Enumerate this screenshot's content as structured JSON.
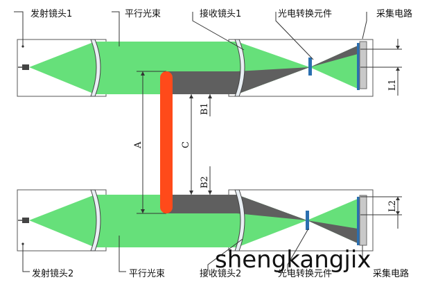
{
  "labels": {
    "top_emitter_lens": "发射镜头1",
    "top_parallel_beam": "平行光束",
    "top_receiver_lens": "接收镜头1",
    "top_converter": "光电转换元件",
    "top_collector": "采集电路",
    "bottom_emitter_lens": "发射镜头2",
    "bottom_parallel_beam": "平行光束",
    "bottom_receiver_lens": "接收镜头2",
    "bottom_converter": "光电转换元件",
    "bottom_collector": "采集电路"
  },
  "dimensions": {
    "A": "A",
    "B1": "B1",
    "B2": "B2",
    "C": "C",
    "L1": "L1",
    "L2": "L2"
  },
  "watermark": "shengkangjix",
  "colors": {
    "beam_green": "#66e07a",
    "shadow_gray": "#5f5f5f",
    "object_red": "#ff4a1a",
    "line_dark": "#333333",
    "converter_blue": "#2b6fb0"
  }
}
